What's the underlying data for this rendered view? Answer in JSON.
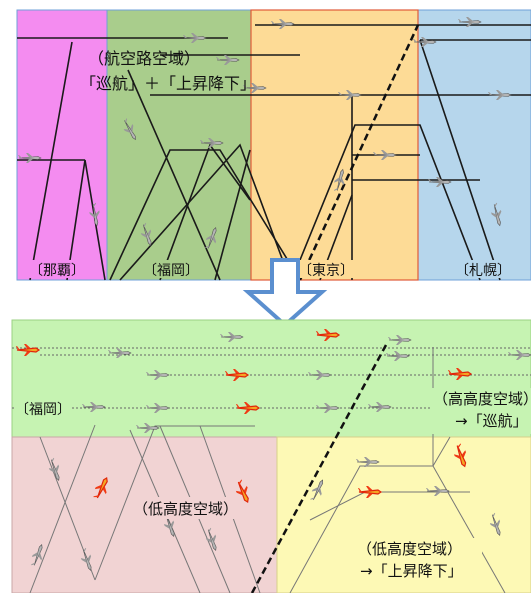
{
  "top": {
    "annotation_line1": "（航空路空域）",
    "annotation_line2": "「巡航」＋「上昇降下」",
    "cities": [
      "〔那覇〕",
      "〔福岡〕",
      "〔東京〕",
      "〔札幌〕"
    ],
    "colors": {
      "naha": "#f48cf0",
      "fukuoka": "#a9cd8c",
      "tokyo": "#fddb96",
      "sapporo": "#b6d6ec"
    }
  },
  "arrow": {
    "color": "#5b8fcf",
    "icon": "down-arrow-icon"
  },
  "bottom": {
    "city": "〔福岡〕",
    "high_label_line1": "（高高度空域）",
    "high_label_line2": "→「巡航」",
    "low_label_left": "（低高度空域）",
    "low_label_right_line1": "（低高度空域）",
    "low_label_right_line2": "→「上昇降下」",
    "colors": {
      "high": "#c6f3b2",
      "low_left": "#f1d3d3",
      "low_right": "#fdf9b5"
    }
  }
}
